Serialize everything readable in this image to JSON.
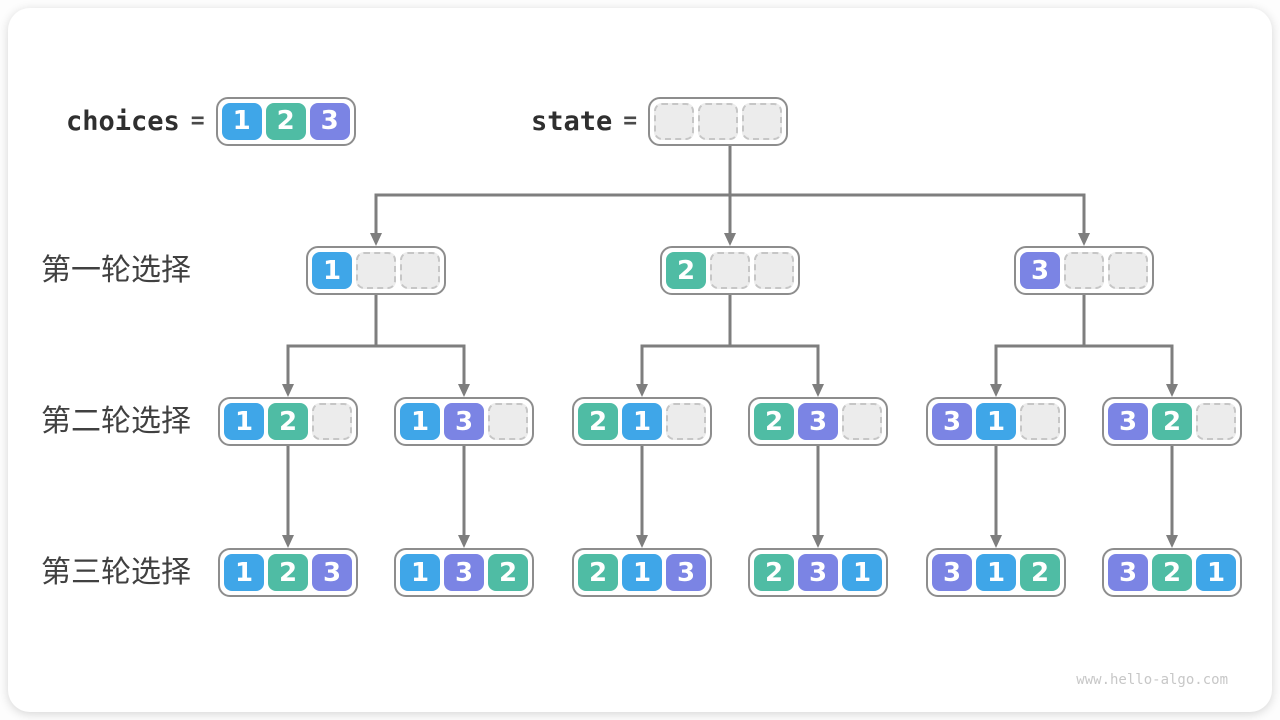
{
  "header": {
    "choices_label": "choices",
    "state_label": "state",
    "equals": "="
  },
  "choices": {
    "values": [
      1,
      2,
      3
    ]
  },
  "state": {
    "values": [
      null,
      null,
      null
    ]
  },
  "rounds": [
    {
      "label": "第一轮选择",
      "nodes": [
        [
          1,
          null,
          null
        ],
        [
          2,
          null,
          null
        ],
        [
          3,
          null,
          null
        ]
      ]
    },
    {
      "label": "第二轮选择",
      "nodes": [
        [
          1,
          2,
          null
        ],
        [
          1,
          3,
          null
        ],
        [
          2,
          1,
          null
        ],
        [
          2,
          3,
          null
        ],
        [
          3,
          1,
          null
        ],
        [
          3,
          2,
          null
        ]
      ]
    },
    {
      "label": "第三轮选择",
      "nodes": [
        [
          1,
          2,
          3
        ],
        [
          1,
          3,
          2
        ],
        [
          2,
          1,
          3
        ],
        [
          2,
          3,
          1
        ],
        [
          3,
          1,
          2
        ],
        [
          3,
          2,
          1
        ]
      ]
    }
  ],
  "colors": {
    "1": "#3FA6E8",
    "2": "#4FBCA4",
    "3": "#7B84E4",
    "arrow": "#7E7E7E",
    "box_border": "#8D8D8D",
    "empty_fill": "#ECECEC",
    "empty_border": "#C6C6C6"
  },
  "watermark": "www.hello-algo.com"
}
